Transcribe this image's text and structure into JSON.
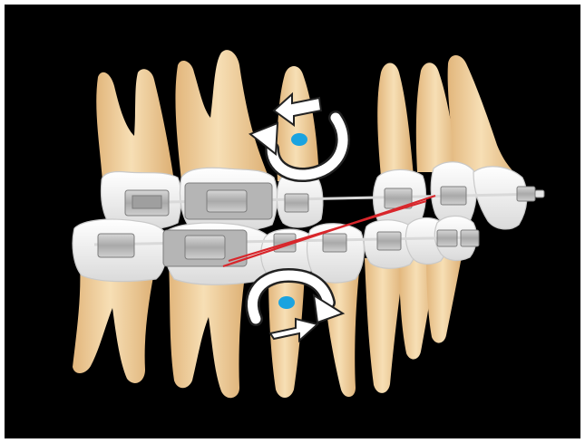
{
  "figure": {
    "subject": "orthodontic-braces-side-view",
    "colors": {
      "background": "#000000",
      "frame": "#ffffff",
      "tooth_fill": "#f3d4a5",
      "tooth_shade": "#e2b67c",
      "tooth_highlight": "#fbe9c9",
      "enamel": "#f4f4f4",
      "enamel_edge": "#c9c9c9",
      "bracket": "#b9b9b9",
      "bracket_dark": "#8f8f8f",
      "wire": "#cfcfcf",
      "elastic": "#d8262b",
      "arrow_fill": "#ffffff",
      "arrow_stroke": "#222222",
      "marker": "#1aa3e0"
    },
    "arrows": [
      {
        "name": "upper-rotation",
        "direction": "counterclockwise"
      },
      {
        "name": "lower-rotation",
        "direction": "clockwise"
      }
    ],
    "markers": [
      "upper-tooth-axis-marker",
      "lower-tooth-axis-marker"
    ],
    "elastic_bands": 2
  }
}
